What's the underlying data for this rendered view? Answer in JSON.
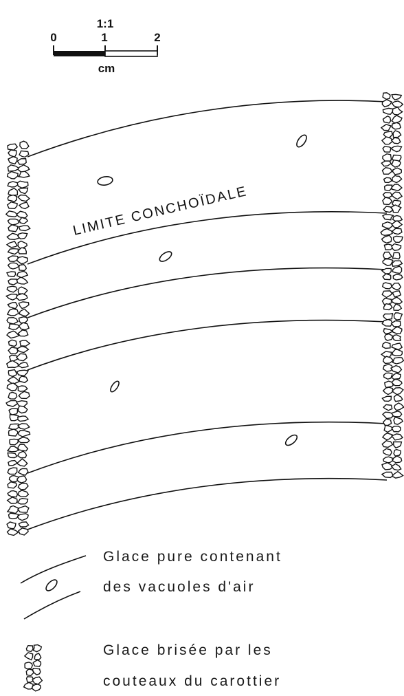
{
  "scale_bar": {
    "ratio": "1:1",
    "ticks": [
      "0",
      "1",
      "2"
    ],
    "unit": "cm"
  },
  "core": {
    "annotation": "LIMITE CONCHOÏDALE"
  },
  "legend": {
    "items": [
      {
        "symbol": "pure-ice-with-bubbles-symbol",
        "lines": [
          "Glace pure contenant",
          "des vacuoles d'air"
        ]
      },
      {
        "symbol": "broken-ice-symbol",
        "lines": [
          "Glace brisée par les",
          "couteaux du carottier"
        ]
      }
    ]
  }
}
